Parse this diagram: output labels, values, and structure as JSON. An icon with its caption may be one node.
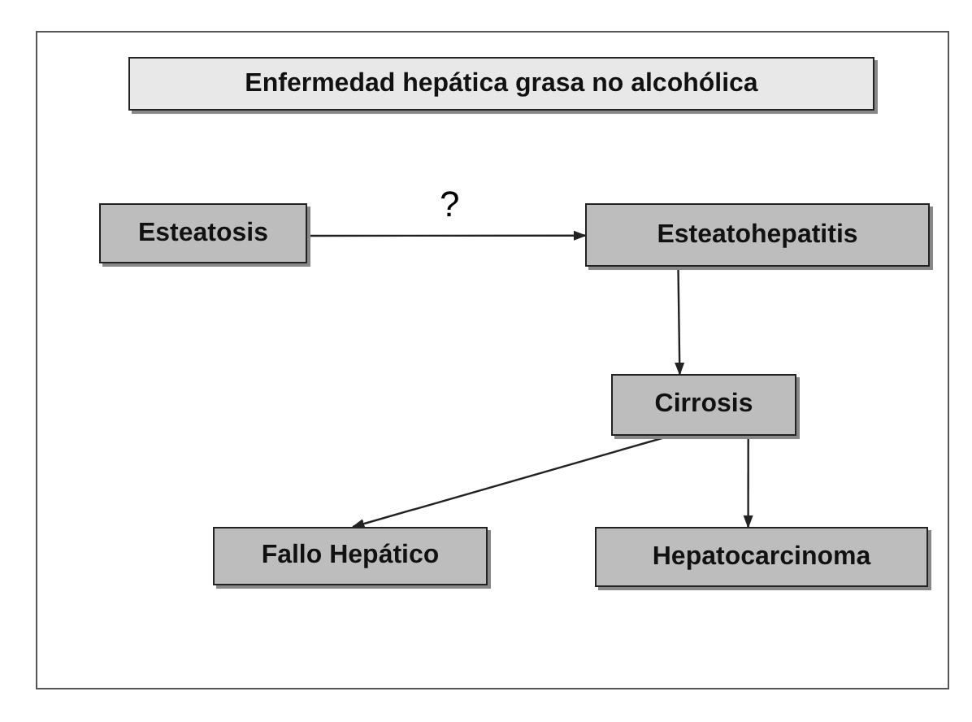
{
  "diagram": {
    "nodes": [
      {
        "text": [
          "Enfermedad hepática grasa no alcohólica"
        ]
      },
      {
        "text": [
          "Esteatosis"
        ]
      },
      {
        "text": [
          "Esteatohepatitis"
        ]
      },
      {
        "text": [
          "Cirrosis"
        ]
      },
      {
        "text": [
          "Fallo Hepático"
        ]
      },
      {
        "text": [
          "Hepatocarcinoma"
        ]
      }
    ],
    "edges": [
      {
        "from": 1,
        "to": 2,
        "arrow": "to",
        "label": "?"
      },
      {
        "from": 2,
        "to": 3,
        "arrow": "to"
      },
      {
        "from": 3,
        "to": 4,
        "arrow": "to"
      },
      {
        "from": 3,
        "to": 5,
        "arrow": "to"
      }
    ]
  }
}
